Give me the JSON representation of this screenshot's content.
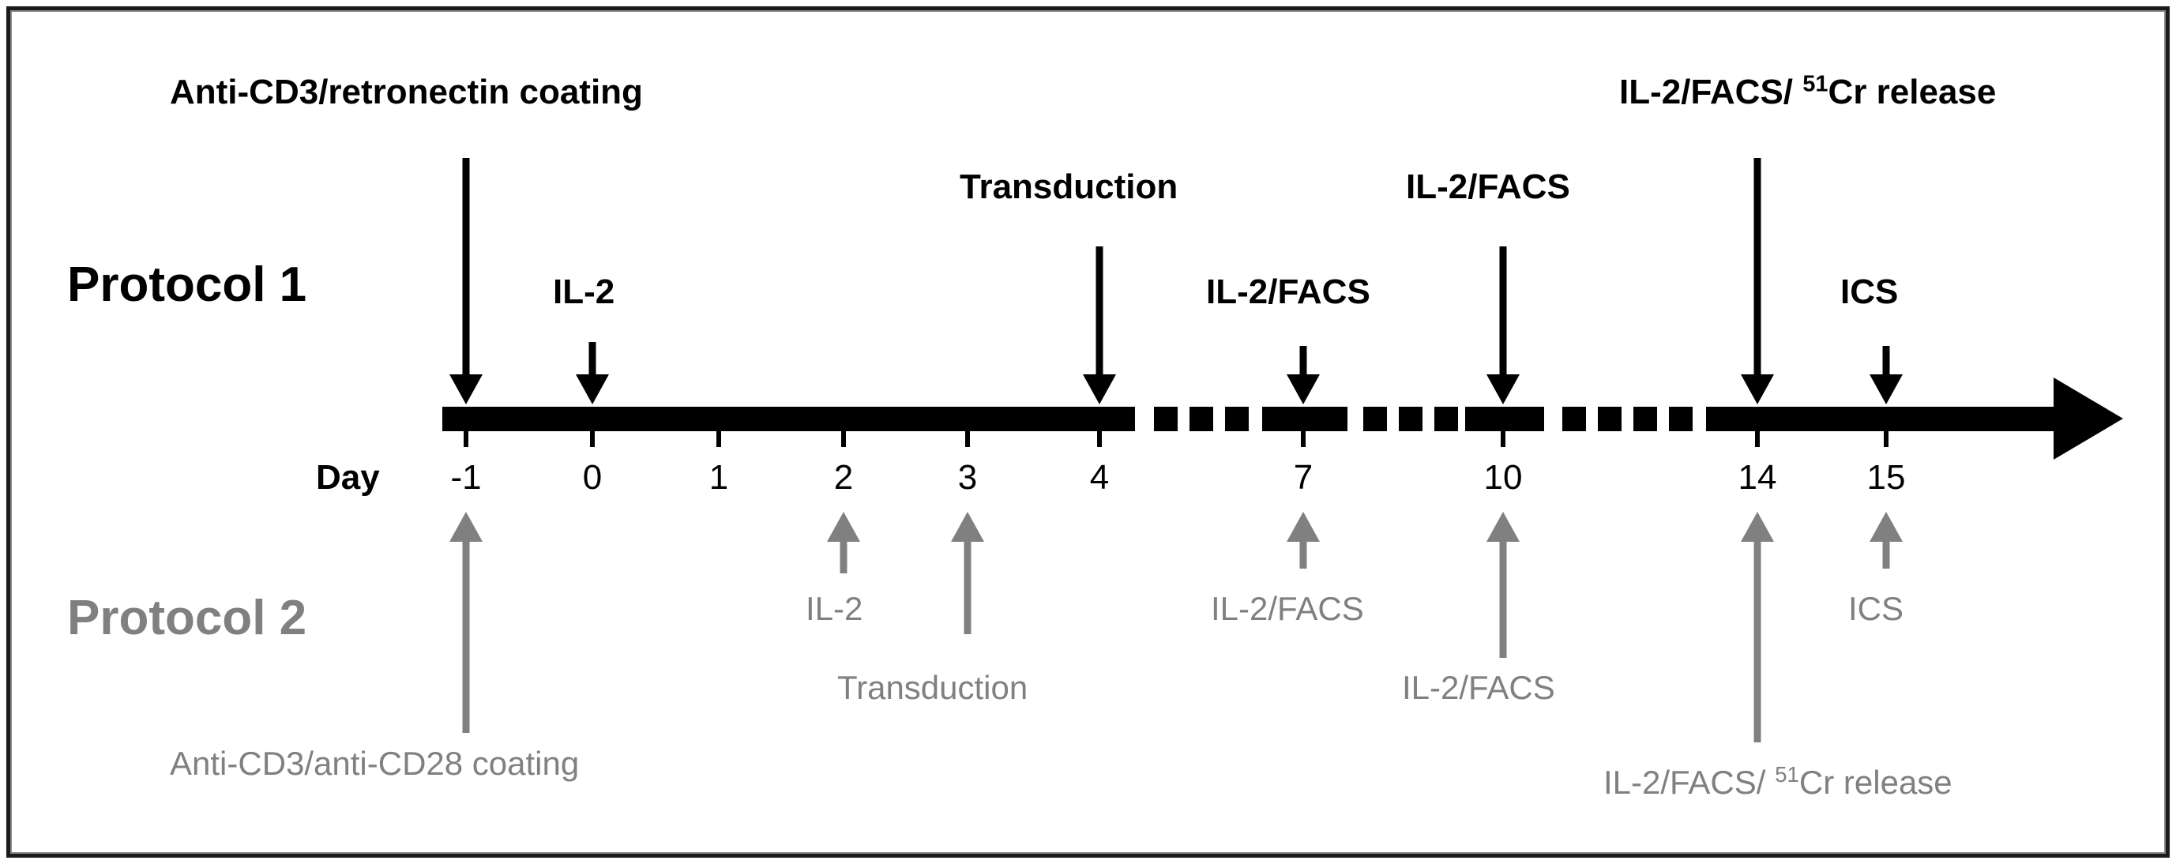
{
  "figure": {
    "protocol1_title": "Protocol 1",
    "protocol2_title": "Protocol 2",
    "day_axis_label": "Day",
    "protocol1_color": "#000000",
    "protocol2_color": "#808080",
    "timeline_color": "#000000"
  },
  "timeline": {
    "day_ticks": [
      "-1",
      "0",
      "1",
      "2",
      "3",
      "4",
      "7",
      "10",
      "14",
      "15"
    ],
    "day_values": [
      -1,
      0,
      1,
      2,
      3,
      4,
      7,
      10,
      14,
      15
    ],
    "tick_x": [
      590,
      750,
      910,
      1068,
      1225,
      1392,
      1650,
      1903,
      2225,
      2388
    ],
    "direction": "right-arrow",
    "has_dashed_gaps": true
  },
  "protocol1_events": [
    {
      "day": "-1",
      "label": "Anti-CD3/retronectin coating",
      "label_plain": "Anti-CD3/retronectin coating"
    },
    {
      "day": "0",
      "label": "IL-2",
      "label_plain": "IL-2"
    },
    {
      "day": "4",
      "label": "Transduction",
      "label_plain": "Transduction"
    },
    {
      "day": "7",
      "label": "IL-2/FACS",
      "label_plain": "IL-2/FACS"
    },
    {
      "day": "10",
      "label": "IL-2/FACS",
      "label_plain": "IL-2/FACS"
    },
    {
      "day": "14",
      "label_pre": "IL-2/FACS/ ",
      "label_sup": "51",
      "label_post": "Cr release",
      "label_plain": "IL-2/FACS/ 51Cr release"
    },
    {
      "day": "15",
      "label": "ICS",
      "label_plain": "ICS"
    }
  ],
  "protocol2_events": [
    {
      "day": "-1",
      "label": "Anti-CD3/anti-CD28 coating",
      "label_plain": "Anti-CD3/anti-CD28 coating"
    },
    {
      "day": "2",
      "label": "IL-2",
      "label_plain": "IL-2"
    },
    {
      "day": "3",
      "label": "Transduction",
      "label_plain": "Transduction"
    },
    {
      "day": "7",
      "label": "IL-2/FACS",
      "label_plain": "IL-2/FACS"
    },
    {
      "day": "10",
      "label": "IL-2/FACS",
      "label_plain": "IL-2/FACS"
    },
    {
      "day": "14",
      "label_pre": "IL-2/FACS/ ",
      "label_sup": "51",
      "label_post": "Cr release",
      "label_plain": "IL-2/FACS/ 51Cr release"
    },
    {
      "day": "15",
      "label": "ICS",
      "label_plain": "ICS"
    }
  ]
}
